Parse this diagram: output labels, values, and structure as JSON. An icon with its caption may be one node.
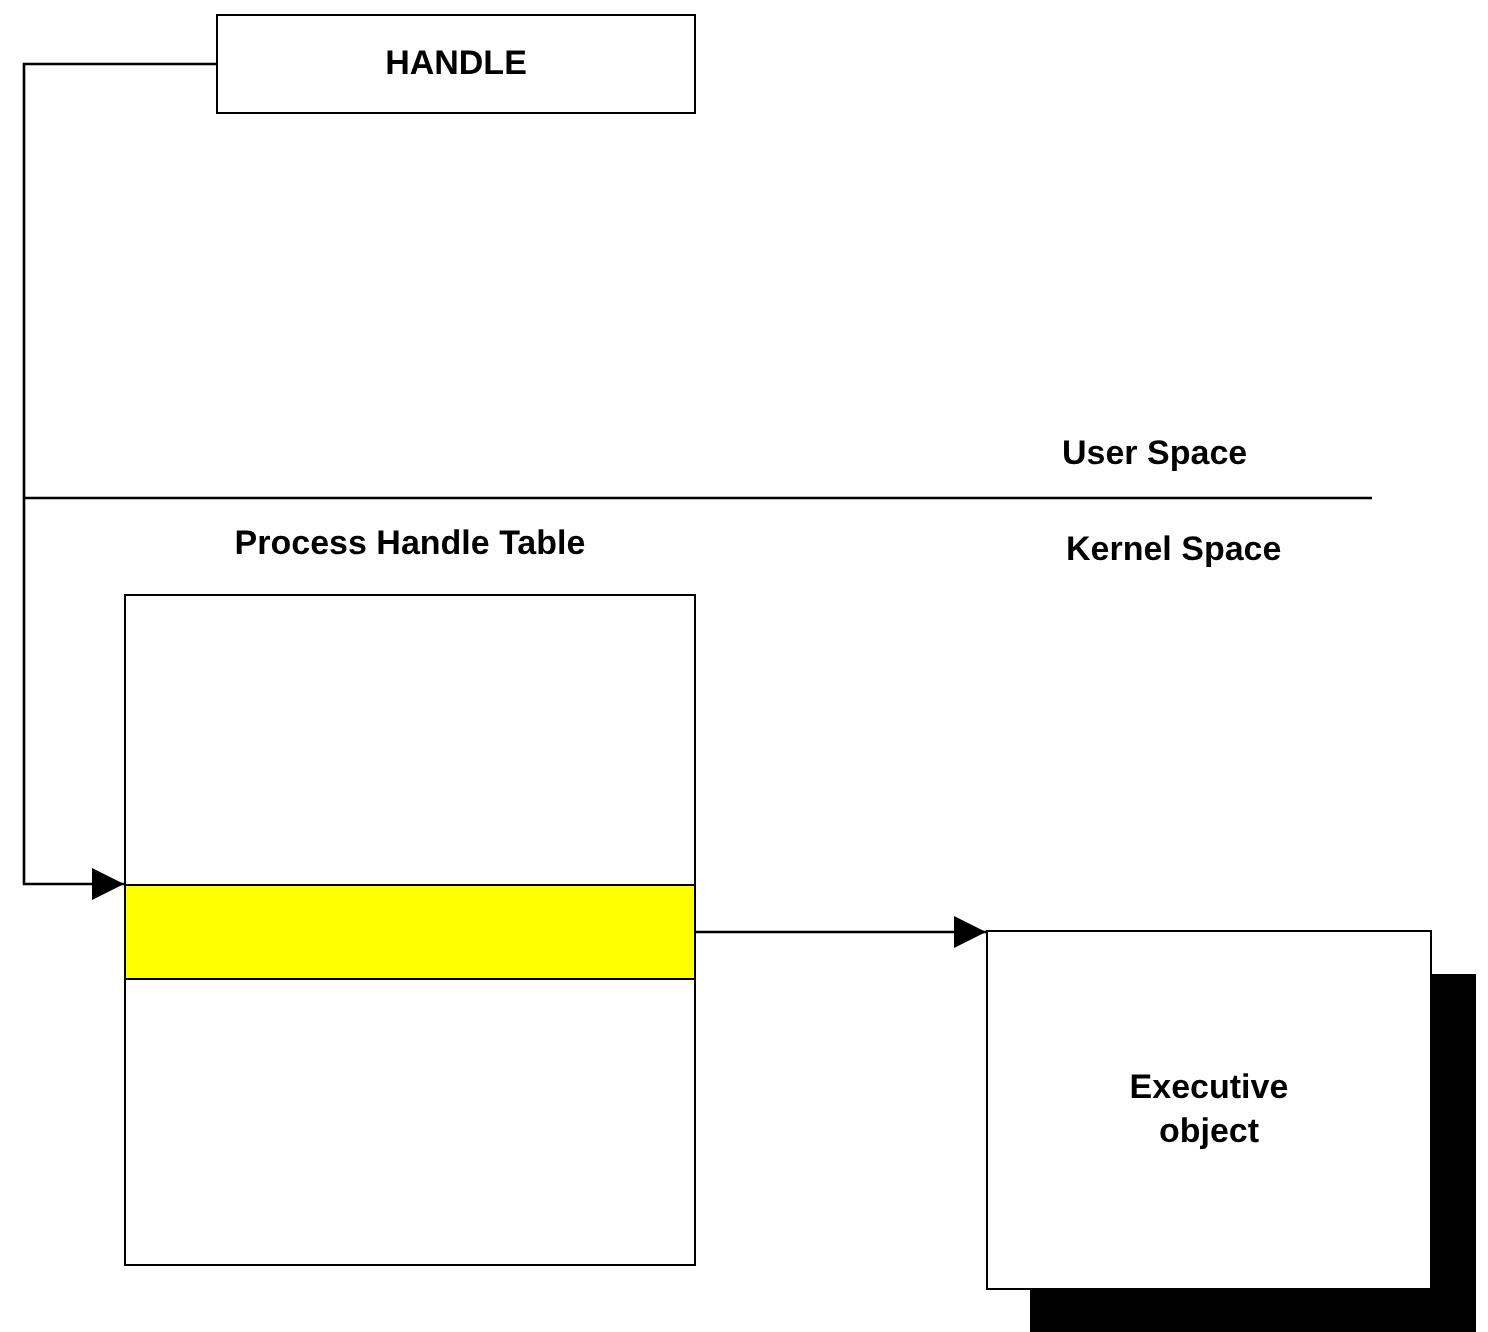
{
  "diagram": {
    "nodes": [
      {
        "text": [
          "HANDLE"
        ]
      },
      {
        "text": [
          "Process Handle Table"
        ]
      },
      {
        "text": [],
        "shape": "bar",
        "in": 1
      },
      {
        "text": [
          "Executive object"
        ]
      }
    ],
    "edges": [
      {
        "from": 0,
        "to": 2,
        "arrow": "to"
      },
      {
        "from": 2,
        "to": 3,
        "arrow": "to"
      }
    ],
    "labels": [
      "User Space",
      "Kernel Space"
    ]
  }
}
